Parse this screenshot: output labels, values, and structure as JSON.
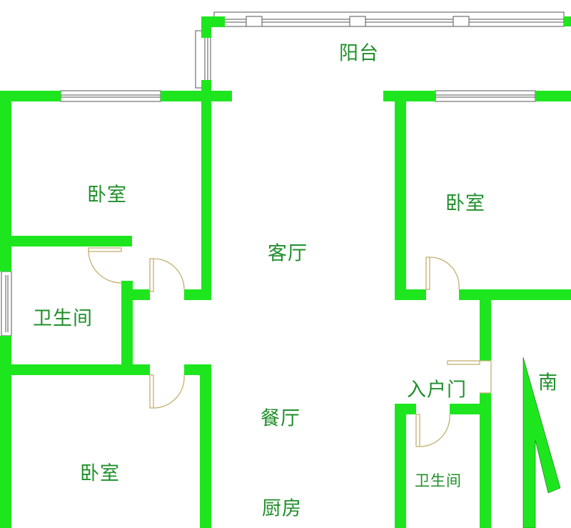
{
  "colors": {
    "wall": "#1ee61e",
    "text": "#1f8f2a",
    "door": "#c2b070",
    "window": "#555555"
  },
  "rooms": {
    "balcony": "阳台",
    "bedroom_nw": "卧室",
    "bedroom_ne": "卧室",
    "living_room": "客厅",
    "bathroom_w": "卫生间",
    "dining_room": "餐厅",
    "kitchen": "厨房",
    "bedroom_sw": "卧室",
    "entrance_door": "入户门",
    "bathroom_e": "卫生间"
  },
  "compass": {
    "label": "南"
  }
}
